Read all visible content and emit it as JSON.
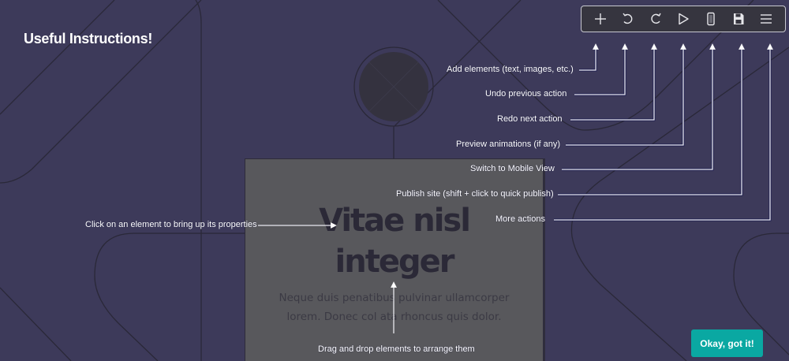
{
  "heading": "Useful Instructions!",
  "toolbar": {
    "buttons": [
      {
        "icon": "plus-icon",
        "name": "add-elements-button"
      },
      {
        "icon": "undo-icon",
        "name": "undo-button"
      },
      {
        "icon": "redo-icon",
        "name": "redo-button"
      },
      {
        "icon": "play-icon",
        "name": "preview-button"
      },
      {
        "icon": "mobile-icon",
        "name": "mobile-view-button"
      },
      {
        "icon": "save-icon",
        "name": "publish-button"
      },
      {
        "icon": "menu-icon",
        "name": "more-actions-button"
      }
    ]
  },
  "instructions": {
    "add": "Add elements (text, images, etc.)",
    "undo": "Undo previous action",
    "redo": "Redo next action",
    "preview": "Preview animations (if any)",
    "mobile": "Switch to Mobile View",
    "publish": "Publish site (shift + click to quick publish)",
    "more": "More actions",
    "click_element": "Click on an element to bring up its properties",
    "drag_drop": "Drag and drop elements to arrange them"
  },
  "card": {
    "title_line1": "Vitae nisl",
    "title_line2": "integer",
    "body_line1": "Neque duis penatibus pulvinar ullamcorper",
    "body_line2": "lorem. Donec col ata rhoncus quis dolor."
  },
  "confirm_button": "Okay, got it!",
  "colors": {
    "background": "#3d3a5a",
    "card": "#58585c",
    "toolbar": "#36353f",
    "accent": "#0aa8a2",
    "text": "#ffffff"
  }
}
